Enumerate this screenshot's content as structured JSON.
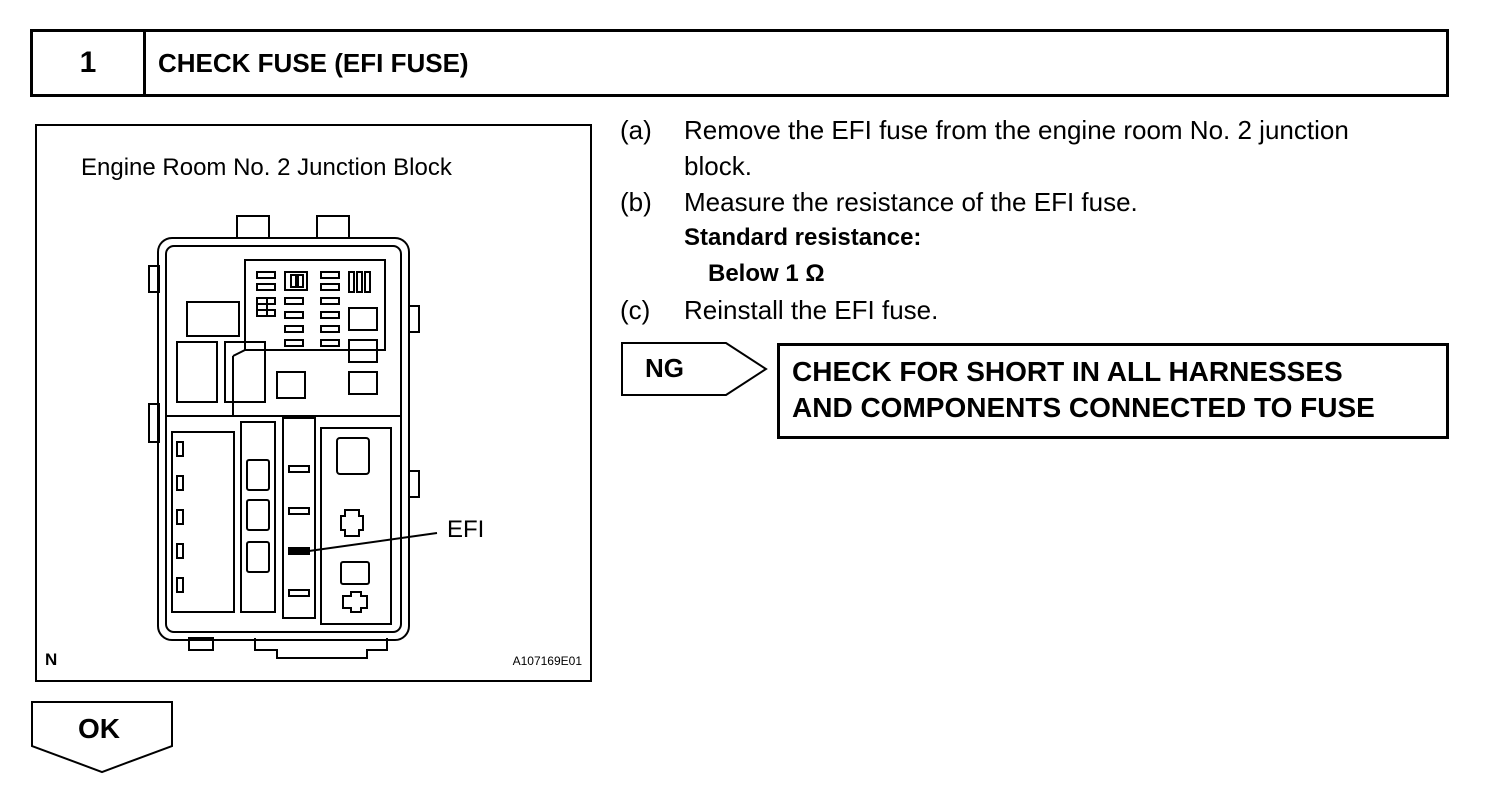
{
  "header": {
    "step_number": "1",
    "title": "CHECK FUSE (EFI FUSE)"
  },
  "figure": {
    "title": "Engine Room No. 2 Junction Block",
    "callout_label": "EFI",
    "corner_letter": "N",
    "figure_code": "A107169E01"
  },
  "steps": [
    {
      "letter": "(a)",
      "text": "Remove the EFI fuse from the engine room No. 2 junction block."
    },
    {
      "letter": "(b)",
      "text": "Measure the resistance of the EFI fuse."
    },
    {
      "letter": "(c)",
      "text": "Reinstall the EFI fuse."
    }
  ],
  "standard": {
    "label": "Standard resistance:",
    "value": "Below 1 Ω"
  },
  "ng": {
    "label": "NG",
    "result_line1": "CHECK FOR SHORT IN ALL HARNESSES",
    "result_line2": "AND COMPONENTS CONNECTED TO FUSE"
  },
  "ok": {
    "label": "OK"
  }
}
